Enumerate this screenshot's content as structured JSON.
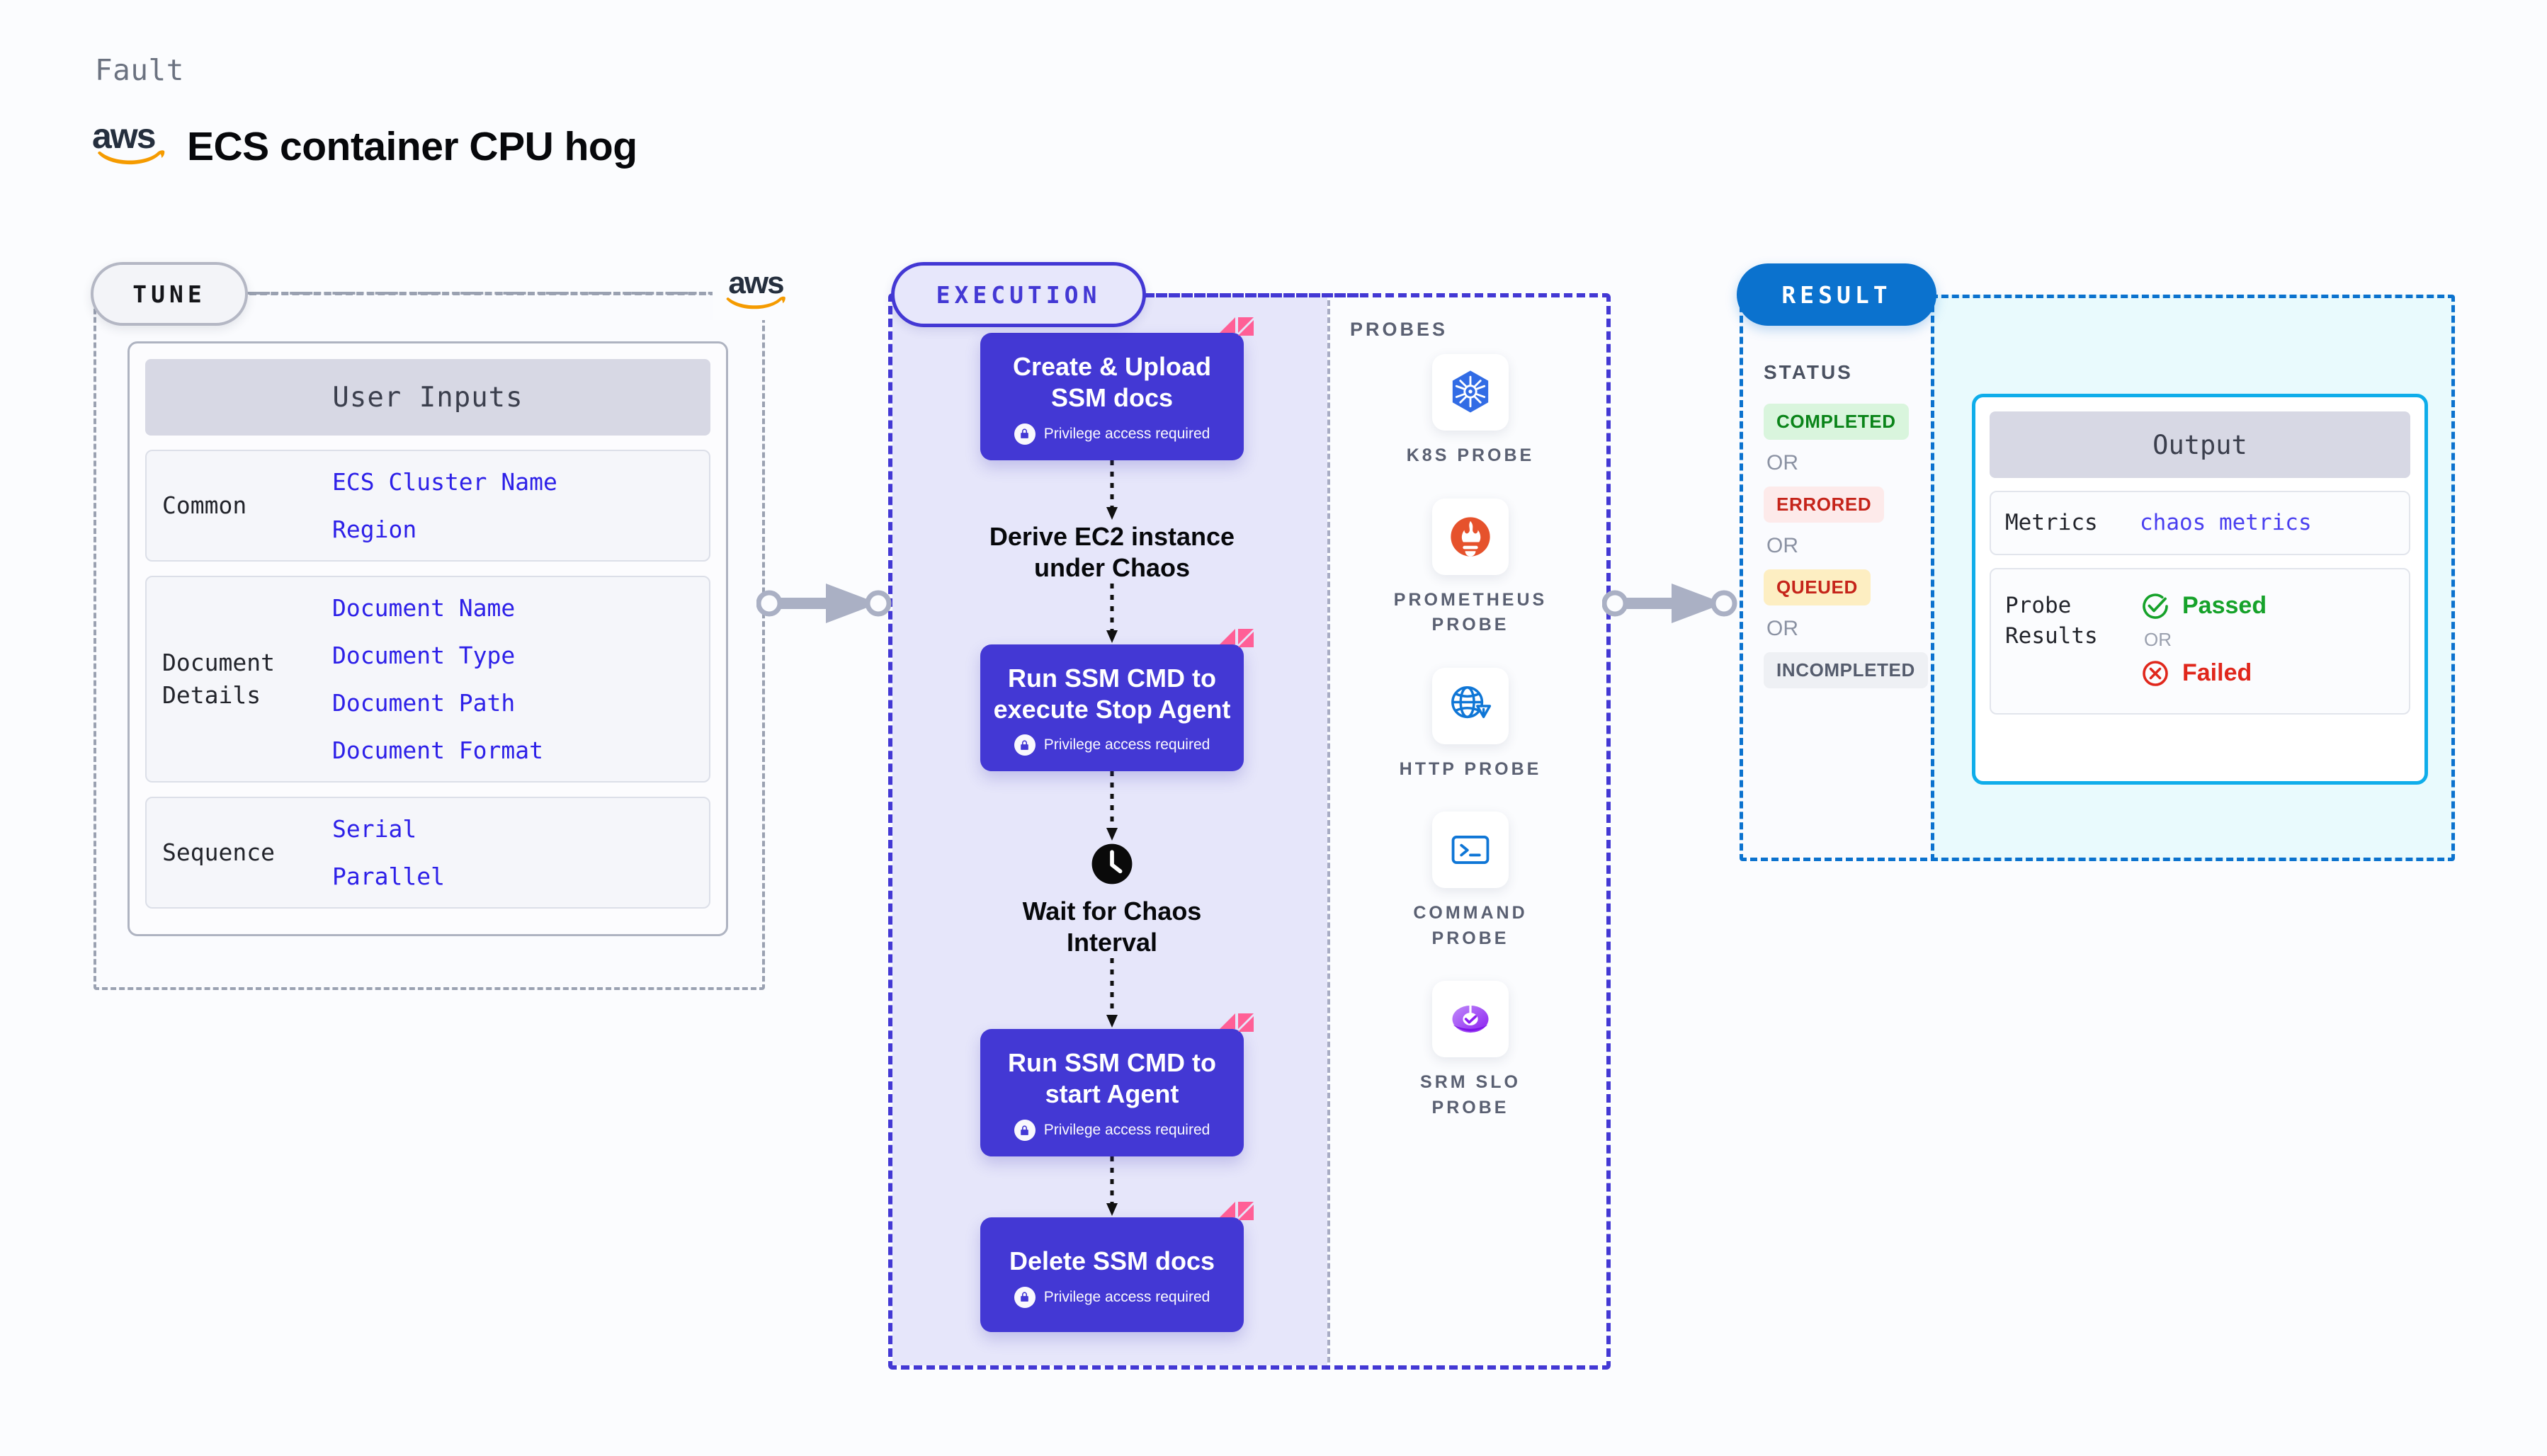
{
  "header": {
    "eyebrow": "Fault",
    "brand_icon": "aws-logo",
    "title": "ECS container CPU hog"
  },
  "tune": {
    "pill_label": "TUNE",
    "brand_icon": "aws-logo",
    "card_title": "User Inputs",
    "sections": [
      {
        "label": "Common",
        "values": [
          "ECS Cluster Name",
          "Region"
        ]
      },
      {
        "label": "Document\nDetails",
        "values": [
          "Document Name",
          "Document Type",
          "Document Path",
          "Document Format"
        ]
      },
      {
        "label": "Sequence",
        "values": [
          "Serial",
          "Parallel"
        ]
      }
    ]
  },
  "execution": {
    "pill_label": "EXECUTION",
    "privilege_note": "Privilege access required",
    "steps": [
      {
        "type": "task",
        "title": "Create & Upload\nSSM docs",
        "privileged": true,
        "chaos_flag": true
      },
      {
        "type": "plain",
        "title": "Derive EC2 instance\nunder Chaos"
      },
      {
        "type": "task",
        "title": "Run SSM CMD to\nexecute Stop Agent",
        "privileged": true,
        "chaos_flag": true
      },
      {
        "type": "wait",
        "title": "Wait for Chaos\nInterval",
        "icon": "clock-icon"
      },
      {
        "type": "task",
        "title": "Run SSM CMD to\nstart Agent",
        "privileged": true,
        "chaos_flag": true
      },
      {
        "type": "task",
        "title": "Delete SSM docs",
        "privileged": true,
        "chaos_flag": true
      }
    ]
  },
  "probes": {
    "title": "PROBES",
    "items": [
      {
        "label": "K8S PROBE",
        "icon": "kubernetes-icon"
      },
      {
        "label": "PROMETHEUS\nPROBE",
        "icon": "prometheus-icon"
      },
      {
        "label": "HTTP PROBE",
        "icon": "http-globe-icon"
      },
      {
        "label": "COMMAND\nPROBE",
        "icon": "terminal-icon"
      },
      {
        "label": "SRM SLO\nPROBE",
        "icon": "srm-slo-icon"
      }
    ]
  },
  "result": {
    "pill_label": "RESULT",
    "status_title": "STATUS",
    "or_label": "OR",
    "statuses": [
      "COMPLETED",
      "ERRORED",
      "QUEUED",
      "INCOMPLETED"
    ],
    "output": {
      "card_title": "Output",
      "metrics_label": "Metrics",
      "metrics_value": "chaos metrics",
      "probe_results_label": "Probe\nResults",
      "passed_label": "Passed",
      "failed_label": "Failed",
      "or_label": "OR"
    }
  },
  "colors": {
    "accent_purple": "#4338d4",
    "accent_blue": "#0b72ce",
    "accent_cyan": "#0fadea",
    "chaos_pink": "#ff5f96",
    "aws_orange": "#f59b00",
    "value_text": "#2d20e8",
    "pass_green": "#16a22a",
    "fail_red": "#e0271c"
  }
}
